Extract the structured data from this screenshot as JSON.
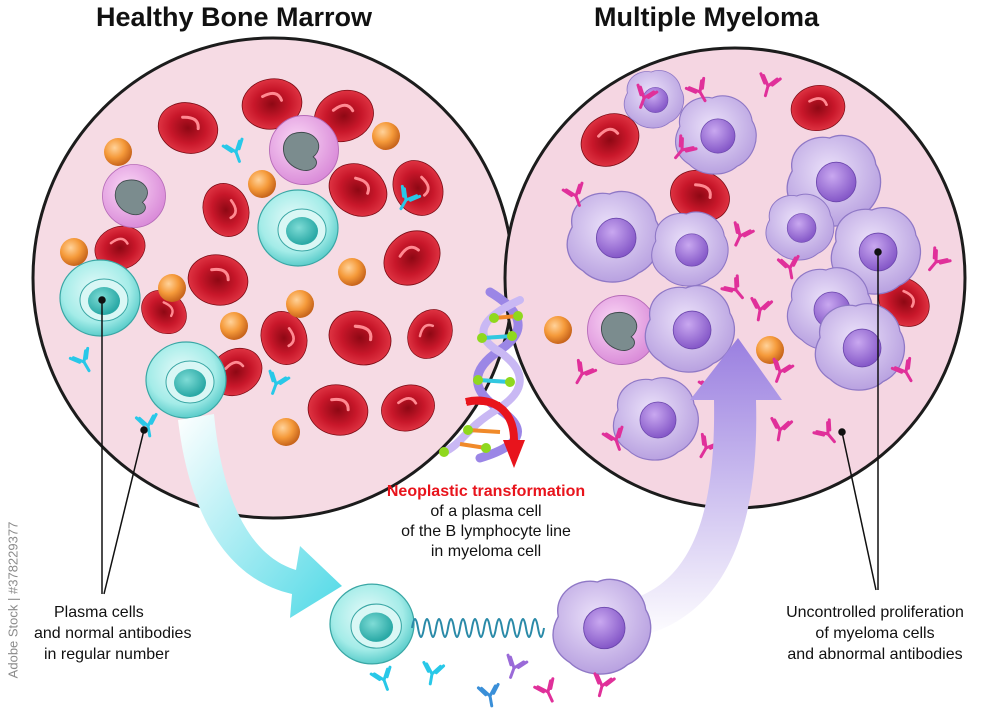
{
  "titles": {
    "left": "Healthy Bone Marrow",
    "right": "Multiple Myeloma"
  },
  "transformation": {
    "line1": "Neoplastic transformation",
    "line2": "of a plasma cell",
    "line3": "of the B lymphocyte line",
    "line4": "in myeloma cell"
  },
  "left_caption": {
    "line1": "Plasma cells",
    "line2": "and normal antibodies",
    "line3": "in regular number"
  },
  "right_caption": {
    "line1": "Uncontrolled proliferation",
    "line2": "of myeloma cells",
    "line3": "and abnormal antibodies"
  },
  "watermark": "Adobe Stock | #378229377",
  "colors": {
    "tissue": "#f7d9e3",
    "red_cell": "#d01a2a",
    "plasma_cell": "#9ee8e6",
    "myeloma_cell": "#c8b4ea",
    "healthy_antibody": "#28c8e8",
    "abnormal_antibody": "#e0309a",
    "transformation_text": "#e8141c"
  }
}
